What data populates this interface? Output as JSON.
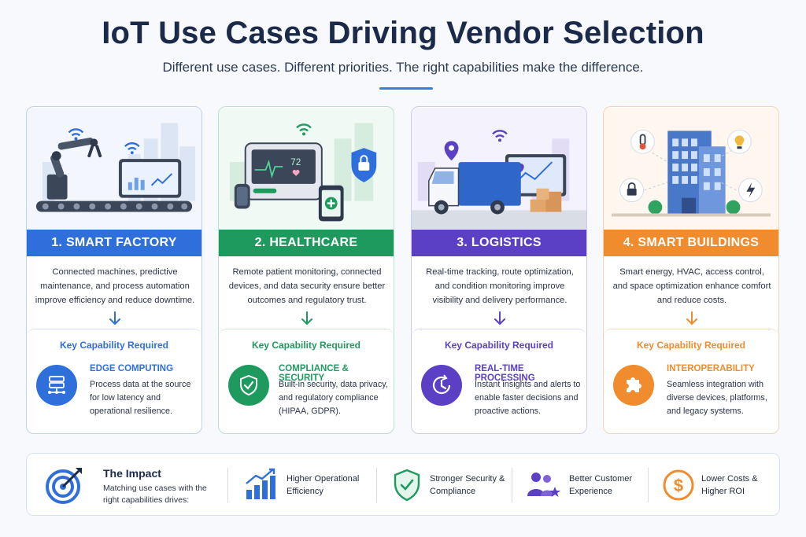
{
  "header": {
    "title": "IoT Use Cases Driving Vendor Selection",
    "subtitle": "Different use cases. Different priorities. The right capabilities make the difference."
  },
  "colors": {
    "factory": "#2f6fdc",
    "healthcare": "#1f9a5f",
    "logistics": "#5b3fc4",
    "buildings": "#f08c2e"
  },
  "cards": [
    {
      "banner": "1. SMART FACTORY",
      "description": "Connected machines, predictive maintenance, and process automation improve efficiency and reduce downtime.",
      "cap_title": "Key Capability Required",
      "cap_name": "EDGE COMPUTING",
      "cap_text": "Process data at the source for low latency and operational resilience.",
      "icon": "server-network-icon"
    },
    {
      "banner": "2. HEALTHCARE",
      "description": "Remote patient monitoring, connected devices, and data security ensure better outcomes and regulatory trust.",
      "cap_title": "Key Capability Required",
      "cap_name": "COMPLIANCE & SECURITY",
      "cap_text": "Built-in security, data privacy, and regulatory compliance (HIPAA, GDPR).",
      "monitor_value": "72",
      "icon": "shield-check-icon"
    },
    {
      "banner": "3. LOGISTICS",
      "description": "Real-time tracking, route optimization, and condition monitoring improve visibility and delivery performance.",
      "cap_title": "Key Capability Required",
      "cap_name": "REAL-TIME PROCESSING",
      "cap_text": "Instant insights and alerts to enable faster decisions and proactive actions.",
      "icon": "clock-refresh-icon"
    },
    {
      "banner": "4. SMART BUILDINGS",
      "description": "Smart energy, HVAC, access control, and space optimization enhance comfort and reduce costs.",
      "cap_title": "Key Capability Required",
      "cap_name": "INTEROPERABILITY",
      "cap_text": "Seamless integration with diverse devices, platforms, and legacy systems.",
      "icon": "puzzle-icon"
    }
  ],
  "impact": {
    "title": "The Impact",
    "subtitle": "Matching use cases with the right capabilities drives:",
    "benefits": [
      {
        "label": "Higher Operational Efficiency",
        "icon": "bar-chart-up-icon"
      },
      {
        "label": "Stronger Security & Compliance",
        "icon": "shield-check-icon"
      },
      {
        "label": "Better Customer Experience",
        "icon": "users-star-icon"
      },
      {
        "label": "Lower Costs & Higher ROI",
        "icon": "dollar-coin-icon"
      }
    ]
  }
}
